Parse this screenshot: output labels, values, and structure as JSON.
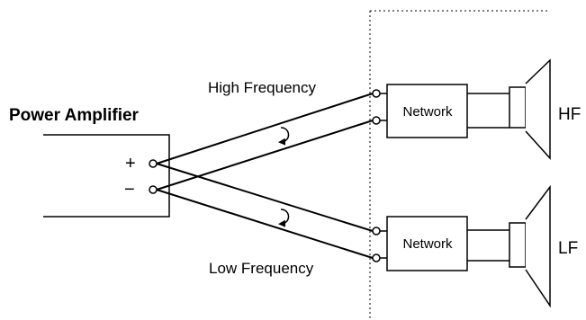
{
  "amplifier": {
    "title": "Power Amplifier",
    "plus": "+",
    "minus": "−"
  },
  "high": {
    "label": "High Frequency",
    "network": "Network",
    "speaker": "HF"
  },
  "low": {
    "label": "Low Frequency",
    "network": "Network",
    "speaker": "LF"
  },
  "colors": {
    "line": "#000000",
    "background": "#ffffff"
  }
}
